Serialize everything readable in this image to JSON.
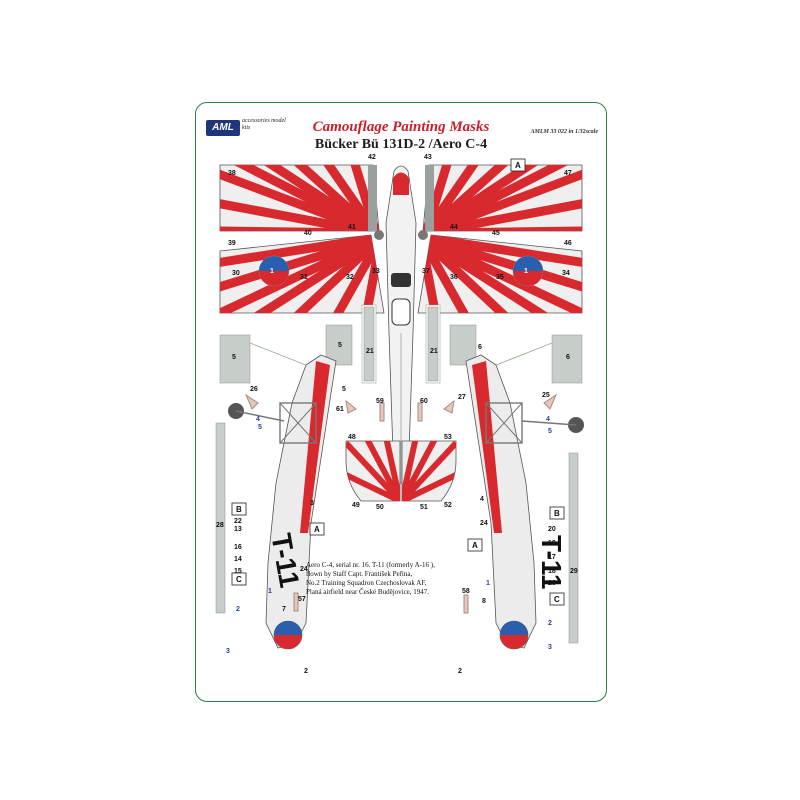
{
  "header": {
    "brand": "AML",
    "brand_sub": "accessories model kits",
    "title": "Camouflage Painting Masks",
    "subtitle": "Bücker Bü 131D-2 /Aero C-4",
    "product_code": "AMLM 33 022 in 1/32scale"
  },
  "caption": {
    "line1": "Aero C-4, serial nr. 16. T-11 (formerly A-16 ),",
    "line2": "flown by Staff Capt. František Peřina,",
    "line3": "No.2 Training Squadron Czechoslovak AF,",
    "line4": "Planá airfield near České Budějovice, 1947."
  },
  "aircraft_code": "T-11",
  "roundel_number": "1",
  "letter_labels": {
    "a": "A",
    "b": "B",
    "c": "C"
  },
  "part_numbers": {
    "n1": "1",
    "n2": "2",
    "n3": "3",
    "n4": "4",
    "n5": "5",
    "n6": "6",
    "n7": "7",
    "n8": "8",
    "n13": "13",
    "n14": "14",
    "n15": "15",
    "n16": "16",
    "n17": "17",
    "n18": "18",
    "n19": "19",
    "n20": "20",
    "n21": "21",
    "n22": "22",
    "n23": "23",
    "n24": "24",
    "n25": "25",
    "n26": "26",
    "n27": "27",
    "n28": "28",
    "n29": "29",
    "n30": "30",
    "n31": "31",
    "n32": "32",
    "n33": "33",
    "n34": "34",
    "n35": "35",
    "n36": "36",
    "n37": "37",
    "n38": "38",
    "n39": "39",
    "n40": "40",
    "n41": "41",
    "n42": "42",
    "n43": "43",
    "n44": "44",
    "n45": "45",
    "n46": "46",
    "n47": "47",
    "n48": "48",
    "n49": "49",
    "n50": "50",
    "n51": "51",
    "n52": "52",
    "n53": "53",
    "n57": "57",
    "n58": "58",
    "n59": "59",
    "n60": "60",
    "n61": "61"
  },
  "colors": {
    "red": "#d82a2e",
    "blue": "#2a5fb0",
    "mask_gray": "#c7cdc8",
    "frame_green": "#2e7d4a",
    "title_red": "#c8202a",
    "brand_blue": "#20357a"
  }
}
